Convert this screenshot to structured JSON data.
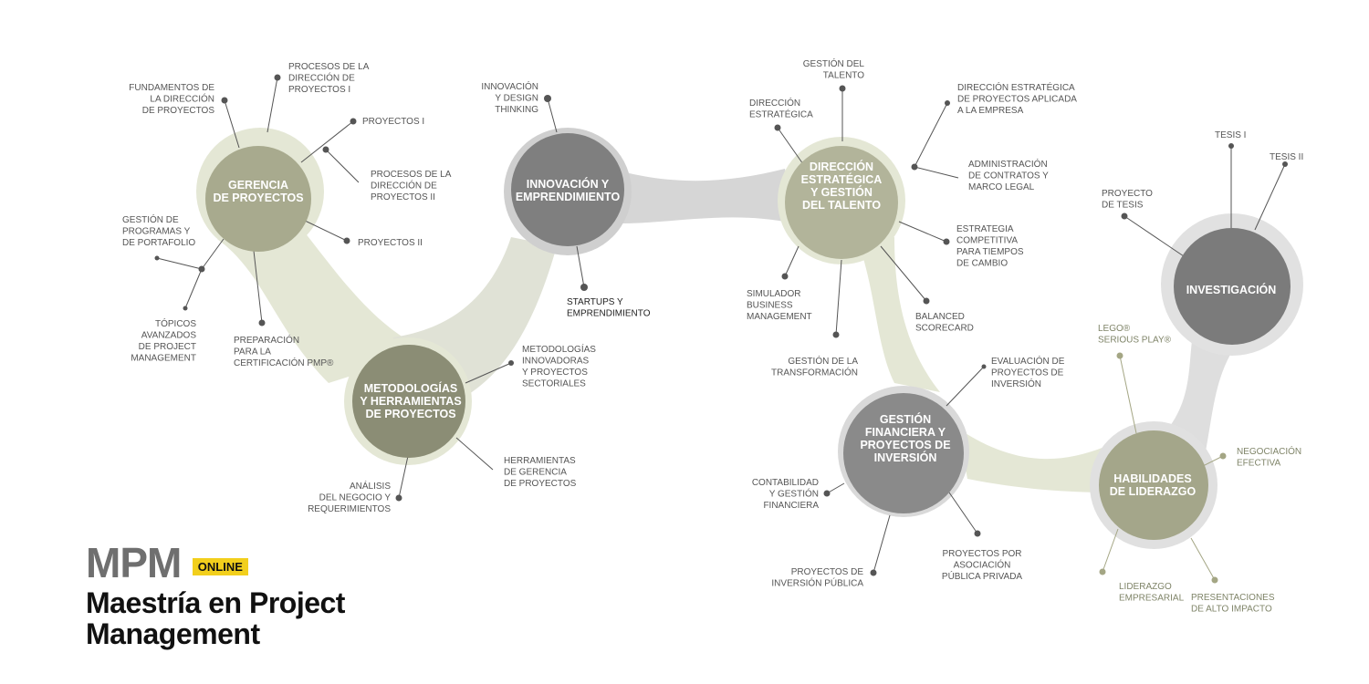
{
  "colors": {
    "flow": "#e4e7d5",
    "hub_olive": "#a8aa8e",
    "hub_olive_dark": "#8b8d75",
    "hub_gray": "#8a8a8a",
    "hub_gray_dark": "#7b7b7b",
    "dot": "#555555",
    "dot_olive": "#a4a684",
    "badge": "#f2cf1c"
  },
  "hubs": {
    "gerencia": "GERENCIA\nDE PROYECTOS",
    "metodologias": "METODOLOGÍAS\nY HERRAMIENTAS\nDE PROYECTOS",
    "innovacion": "INNOVACIÓN Y\nEMPRENDIMIENTO",
    "direccion": "DIRECCIÓN\nESTRATÉGICA\nY GESTIÓN\nDEL TALENTO",
    "financiera": "GESTIÓN\nFINANCIERA Y\nPROYECTOS DE\nINVERSIÓN",
    "investigacion": "INVESTIGACIÓN",
    "liderazgo": "HABILIDADES\nDE LIDERAZGO"
  },
  "leaves": {
    "fundamentos": "FUNDAMENTOS DE\nLA DIRECCIÓN\nDE PROYECTOS",
    "procesos_1": "PROCESOS DE LA\nDIRECCIÓN DE\nPROYECTOS I",
    "proyectos_1": "PROYECTOS I",
    "procesos_2": "PROCESOS DE LA\nDIRECCIÓN DE\nPROYECTOS II",
    "proyectos_2": "PROYECTOS II",
    "programas": "GESTIÓN DE\nPROGRAMAS Y\nDE PORTAFOLIO",
    "topicos": "TÓPICOS\nAVANZADOS\nDE PROJECT\nMANAGEMENT",
    "pmp": "PREPARACIÓN\nPARA LA\nCERTIFICACIÓN PMP®",
    "innovacion_design": "INNOVACIÓN\nY DESIGN\nTHINKING",
    "startups": "STARTUPS Y\nEMPRENDIMIENTO",
    "metodologias_innov": "METODOLOGÍAS\nINNOVADORAS\nY PROYECTOS\nSECTORIALES",
    "herramientas": "HERRAMIENTAS\nDE GERENCIA\nDE PROYECTOS",
    "analisis": "ANÁLISIS\nDEL NEGOCIO Y\nREQUERIMIENTOS",
    "talento": "GESTIÓN DEL\nTALENTO",
    "dir_estrategica": "DIRECCIÓN\nESTRATÉGICA",
    "dir_aplicada": "DIRECCIÓN ESTRATÉGICA\nDE PROYECTOS APLICADA\nA LA EMPRESA",
    "contratos": "ADMINISTRACIÓN\nDE CONTRATOS Y\nMARCO LEGAL",
    "competitiva": "ESTRATEGIA\nCOMPETITIVA\nPARA TIEMPOS\nDE CAMBIO",
    "simulador": "SIMULADOR\nBUSINESS\nMANAGEMENT",
    "balanced": "BALANCED\nSCORECARD",
    "transformacion": "GESTIÓN DE LA\nTRANSFORMACIÓN",
    "evaluacion": "EVALUACIÓN DE\nPROYECTOS DE\nINVERSIÓN",
    "contabilidad": "CONTABILIDAD\nY GESTIÓN\nFINANCIERA",
    "inversion_publica": "PROYECTOS DE\nINVERSIÓN PÚBLICA",
    "app": "PROYECTOS POR\nASOCIACIÓN\nPÚBLICA PRIVADA",
    "tesis_1": "TESIS I",
    "tesis_2": "TESIS II",
    "proyecto_tesis": "PROYECTO\nDE TESIS",
    "lego": "LEGO®\nSERIOUS PLAY®",
    "negociacion": "NEGOCIACIÓN\nEFECTIVA",
    "liderazgo_emp": "LIDERAZGO\nEMPRESARIAL",
    "presentaciones": "PRESENTACIONES\nDE ALTO IMPACTO"
  },
  "brand": {
    "acronym": "MPM",
    "badge": "ONLINE",
    "title": "Maestría en Project Management"
  }
}
